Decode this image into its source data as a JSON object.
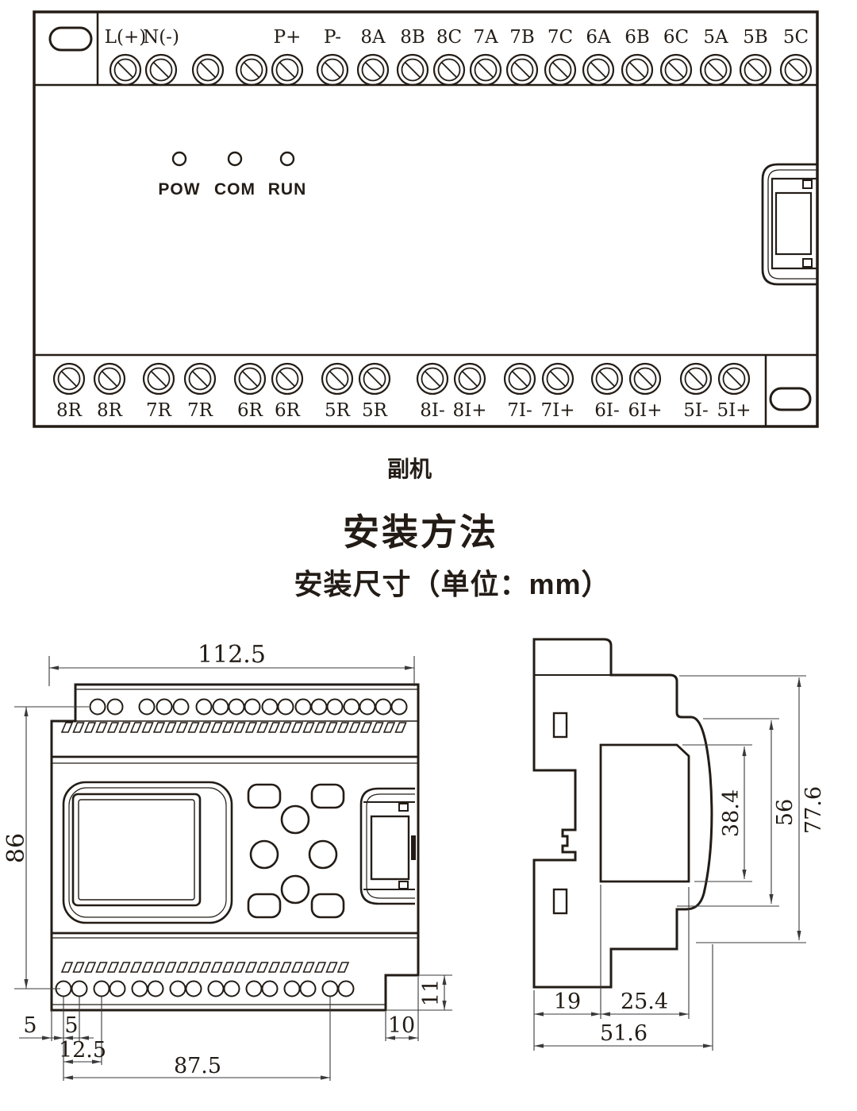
{
  "captions": {
    "panel_label": "副机",
    "section_title": "安装方法",
    "subsection_title": "安装尺寸（单位：mm）"
  },
  "panel": {
    "top_terminal_labels": [
      "L(+)",
      "N(-)",
      "",
      "",
      "P+",
      "P-",
      "8A",
      "8B",
      "8C",
      "7A",
      "7B",
      "7C",
      "6A",
      "6B",
      "6C",
      "5A",
      "5B",
      "5C"
    ],
    "bottom_terminal_labels": [
      "8R",
      "8R",
      "7R",
      "7R",
      "6R",
      "6R",
      "5R",
      "5R",
      "8I-",
      "8I+",
      "7I-",
      "7I+",
      "6I-",
      "6I+",
      "5I-",
      "5I+"
    ],
    "leds": [
      "POW",
      "COM",
      "RUN"
    ]
  },
  "dimensions": {
    "unit": "mm",
    "front_view": {
      "width": "112.5",
      "height": "86",
      "edge_to_first_hole": "5",
      "hole_spacing": "5",
      "hole_group_pitch": "12.5",
      "hole_row_span": "87.5",
      "notch_width": "10",
      "notch_height": "11"
    },
    "side_view": {
      "window_depth": "38.4",
      "face_depth": "56",
      "overall_depth": "77.6",
      "rail_section": "19",
      "front_section": "25.4",
      "overall_width": "51.6"
    }
  }
}
